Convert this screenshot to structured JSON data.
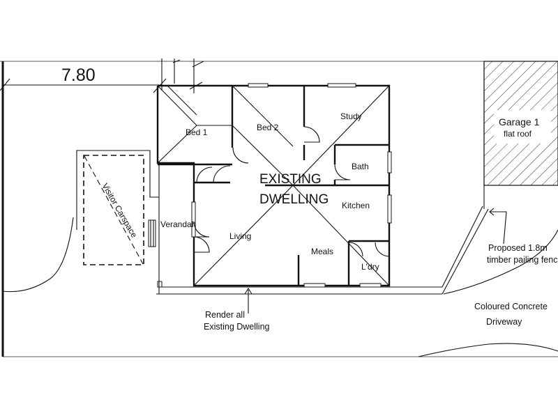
{
  "dimension": "7.80",
  "existing_dwelling": {
    "line1": "EXISTING",
    "line2": "DWELLING"
  },
  "rooms": {
    "bed1": "Bed 1",
    "bed2": "Bed 2",
    "study": "Study",
    "bath": "Bath",
    "kitchen": "Kitchen",
    "verandah": "Verandah",
    "living": "Living",
    "meals": "Meals",
    "laundry": "L'dry"
  },
  "garage": {
    "title": "Garage 1",
    "subtitle": "flat roof"
  },
  "visitor_carspace": "Visitor Carspace",
  "notes": {
    "fence_line1": "Proposed 1.8m",
    "fence_line2": "timber pailing fenc",
    "render_line1": "Render all",
    "render_line2": "Existing Dwelling",
    "driveway_line1": "Coloured Concrete",
    "driveway_line2": "Driveway"
  }
}
